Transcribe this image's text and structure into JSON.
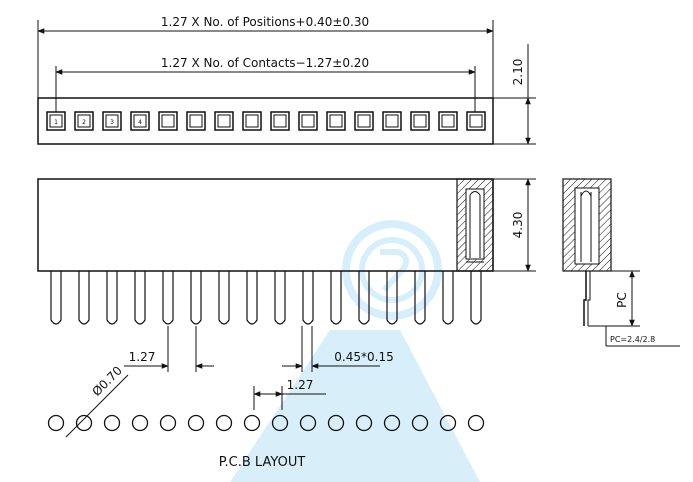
{
  "dims": {
    "total_length": "1.27 X No. of Positions+0.40±0.30",
    "contact_span": "1.27 X No. of Contacts−1.27±0.20",
    "top_height": "2.10",
    "body_height": "4.30",
    "pitch_side": "1.27",
    "pin_section": "0.45*0.15",
    "hole_diameter": "Ø0.70",
    "hole_pitch": "1.27",
    "pc": "PC",
    "pc_note": "PC=2.4/2.8"
  },
  "pin_numbers": [
    "1",
    "2",
    "3",
    "4"
  ],
  "pcb_label": "P.C.B LAYOUT",
  "colors": {
    "line": "#111111",
    "watermark": "#29a8e6"
  }
}
